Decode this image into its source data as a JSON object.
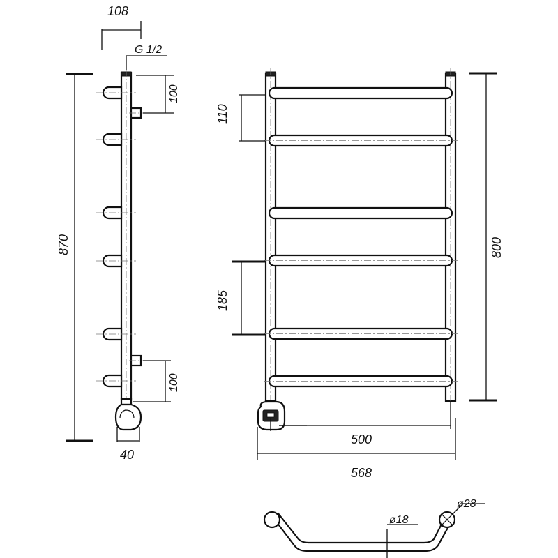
{
  "dimensions": {
    "side_depth": "108",
    "thread": "G 1/2",
    "top_offset": "100",
    "total_height": "870",
    "bottom_offset": "100",
    "heater_width": "40",
    "rung_spacing_top": "110",
    "rung_spacing": "185",
    "body_height": "800",
    "center_distance": "500",
    "total_width": "568",
    "rung_diameter": "ø18",
    "rail_diameter": "ø28"
  }
}
